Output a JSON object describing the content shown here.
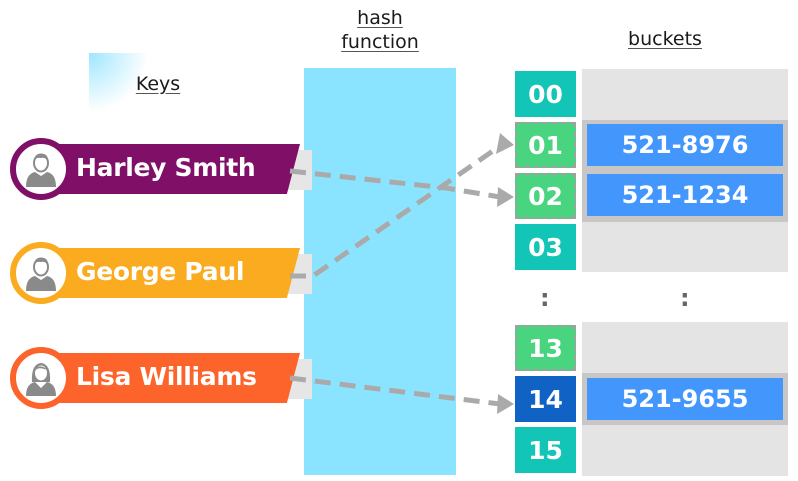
{
  "headings": {
    "keys": "Keys",
    "hash_function_line1": "hash",
    "hash_function_line2": "function",
    "buckets": "buckets"
  },
  "keys": [
    {
      "name": "Harley Smith",
      "color": "#800f68",
      "avatar": "male-user-icon",
      "maps_to_index": "02"
    },
    {
      "name": "George Paul",
      "color": "#fbab1f",
      "avatar": "male-user-icon",
      "maps_to_index": "01"
    },
    {
      "name": "Lisa Williams",
      "color": "#fc642c",
      "avatar": "female-user-icon",
      "maps_to_index": "14"
    }
  ],
  "buckets": [
    {
      "index": "00",
      "color": "#13c5b7",
      "dashed": false,
      "entry": ""
    },
    {
      "index": "01",
      "color": "#49d580",
      "dashed": true,
      "entry": "521-8976"
    },
    {
      "index": "02",
      "color": "#49d580",
      "dashed": true,
      "entry": "521-1234"
    },
    {
      "index": "03",
      "color": "#13c5b7",
      "dashed": false,
      "entry": ""
    },
    {
      "index": "13",
      "color": "#49d580",
      "dashed": true,
      "entry": ""
    },
    {
      "index": "14",
      "color": "#1062c4",
      "dashed": false,
      "entry": "521-9655"
    },
    {
      "index": "15",
      "color": "#13c5b7",
      "dashed": false,
      "entry": ""
    }
  ],
  "ellipsis": ":",
  "colors": {
    "hash_function": "#8be4ff",
    "entry": "#4396fc",
    "bucket_empty": "#e4e4e4",
    "bucket_filled": "#c9c6c6",
    "arrow": "#aaaaaa"
  }
}
